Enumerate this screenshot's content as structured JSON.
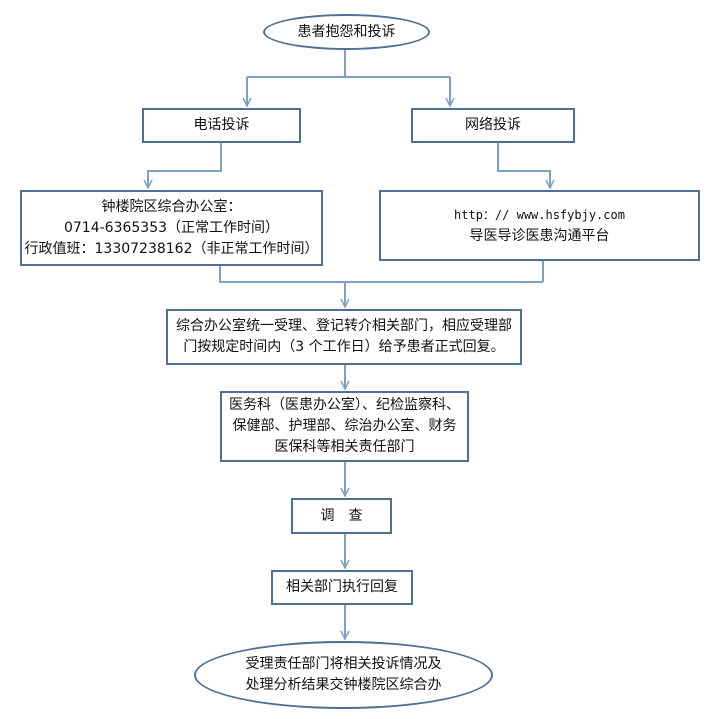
{
  "flowchart": {
    "start": "患者抱怨和投诉",
    "phone": {
      "title": "电话投诉"
    },
    "network": {
      "title": "网络投诉"
    },
    "phone_detail": {
      "line1": "钟楼院区综合办公室：",
      "line2": "0714-6365353（正常工作时间）",
      "line3": "行政值班：13307238162（非正常工作时间）"
    },
    "network_detail": {
      "line1": "http：// www.hsfybjy.com",
      "line2": "导医导诊医患沟通平台"
    },
    "process": {
      "line1": "综合办公室统一受理、登记转介相关部门，相应受理部",
      "line2": "门按规定时间内（3 个工作日）给予患者正式回复。"
    },
    "departments": {
      "line1": "医务科（医患办公室）、纪检监察科、",
      "line2": "保健部、护理部、综治办公室、财务",
      "line3": "医保科等相关责任部门"
    },
    "investigate": "调　查",
    "reply": "相关部门执行回复",
    "end": {
      "line1": "受理责任部门将相关投诉情况及",
      "line2": "处理分析结果交钟楼院区综合办"
    }
  },
  "colors": {
    "border": "#4f6f96",
    "connector": "#7f9fc4"
  }
}
